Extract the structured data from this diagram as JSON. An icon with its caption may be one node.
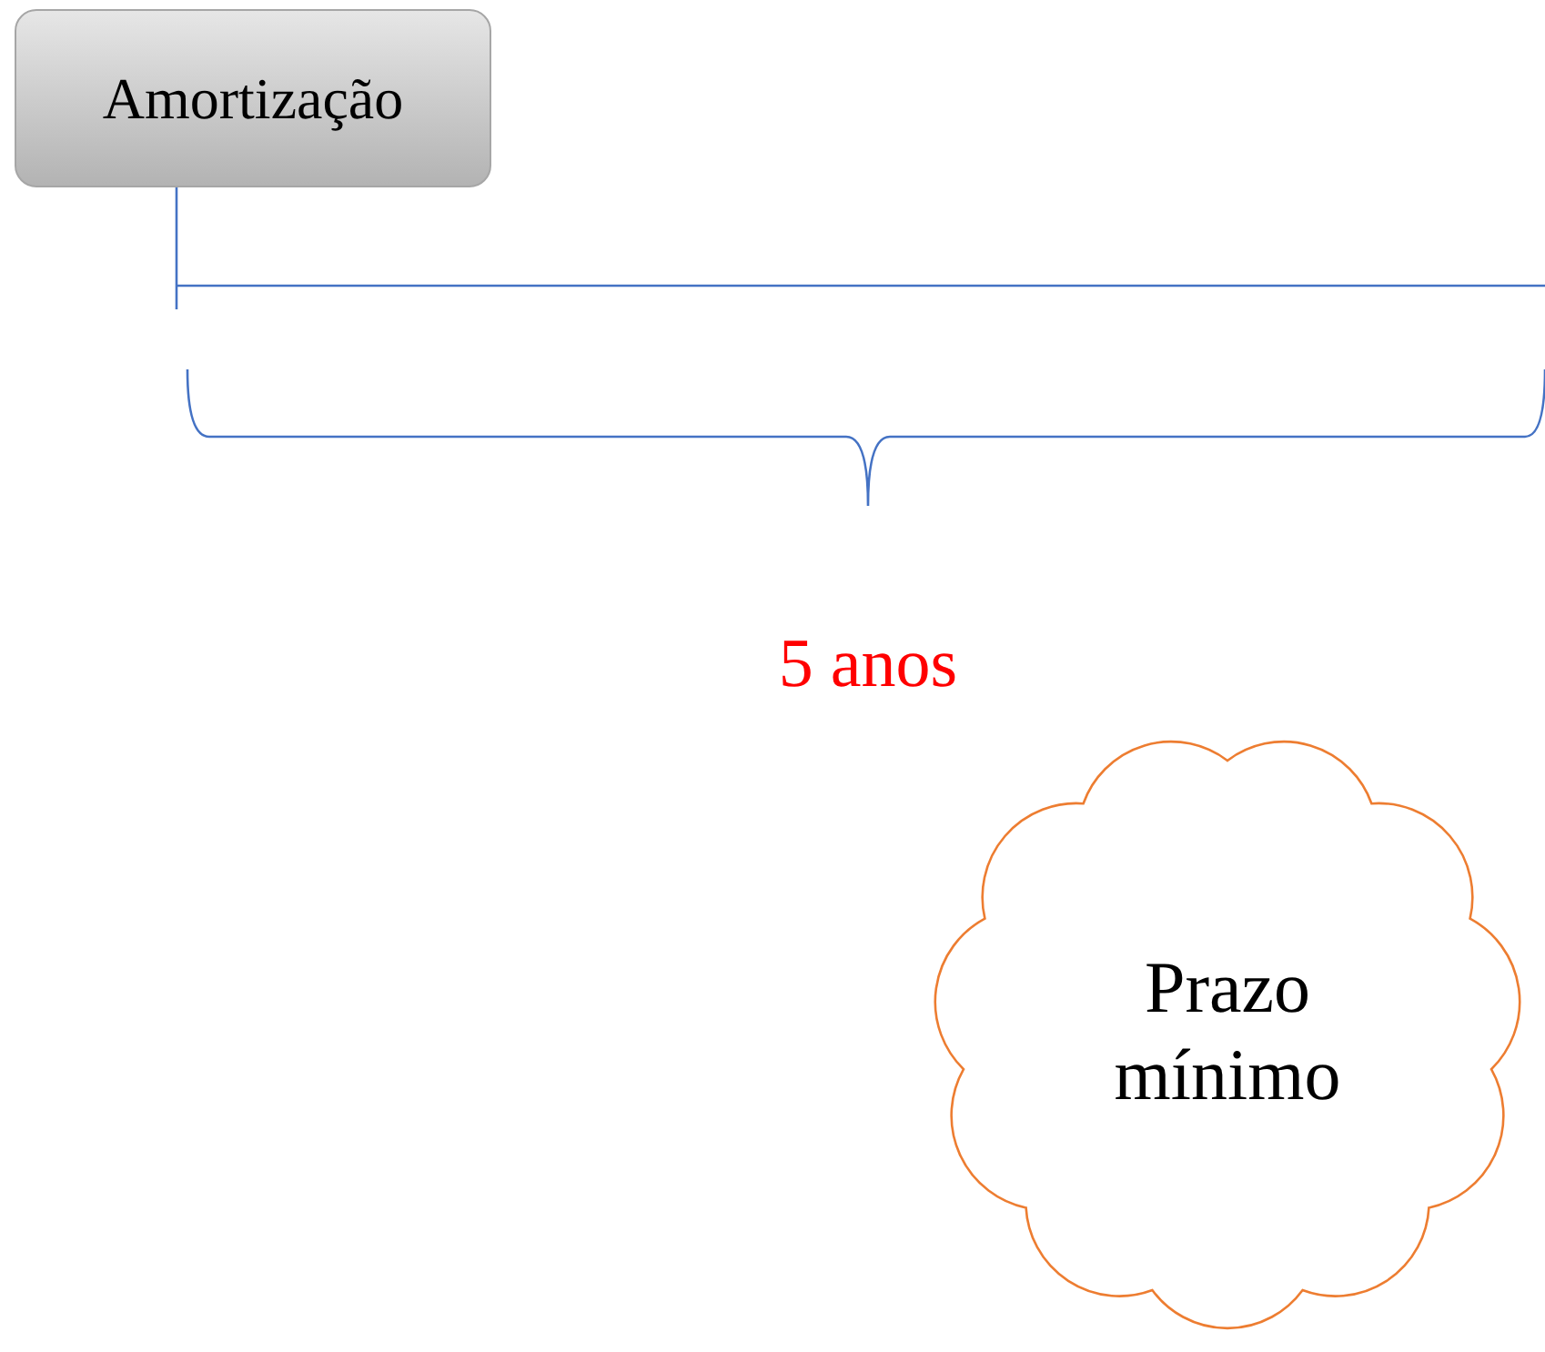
{
  "diagram": {
    "nodes": [
      {
        "text": [
          "Amortização"
        ]
      },
      {
        "text": [
          "Prazo mínimo"
        ]
      }
    ],
    "labels": [
      "5 anos"
    ]
  }
}
